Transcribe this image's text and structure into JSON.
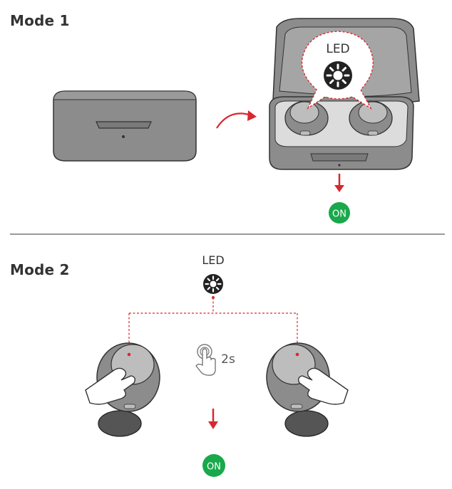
{
  "mode1": {
    "title": "Mode 1",
    "led_label": "LED",
    "on_badge": "ON"
  },
  "mode2": {
    "title": "Mode 2",
    "led_label": "LED",
    "hold_duration": "2s",
    "on_badge": "ON"
  },
  "colors": {
    "accent_red": "#d7282f",
    "on_green": "#19a84a",
    "case_gray": "#8c8c8c",
    "outline": "#333333"
  }
}
